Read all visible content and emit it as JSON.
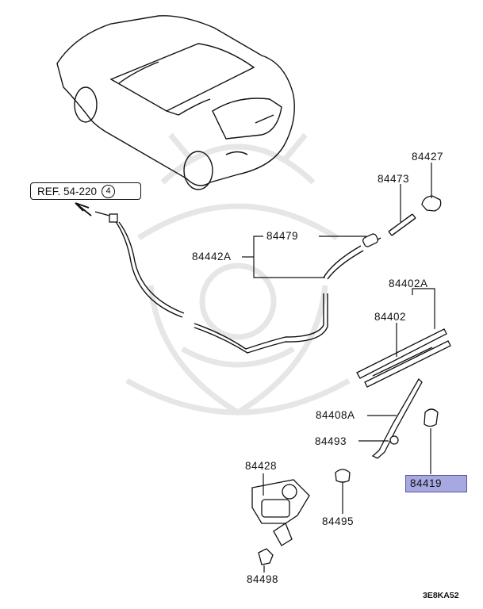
{
  "reference": {
    "text": "REF. 54-220",
    "circle": "4"
  },
  "labels": {
    "p84427": "84427",
    "p84473": "84473",
    "p84479": "84479",
    "p84442A": "84442A",
    "p84402A": "84402A",
    "p84402": "84402",
    "p84408A": "84408A",
    "p84493": "84493",
    "p84419": "84419",
    "p84428": "84428",
    "p84495": "84495",
    "p84498": "84498"
  },
  "highlighted_part": "84419",
  "diagram_code": "3E8KA52",
  "colors": {
    "highlight_fill": "#a8a8e0",
    "highlight_border": "#5858a8",
    "line": "#111111",
    "watermark": "#e6e6e6"
  }
}
